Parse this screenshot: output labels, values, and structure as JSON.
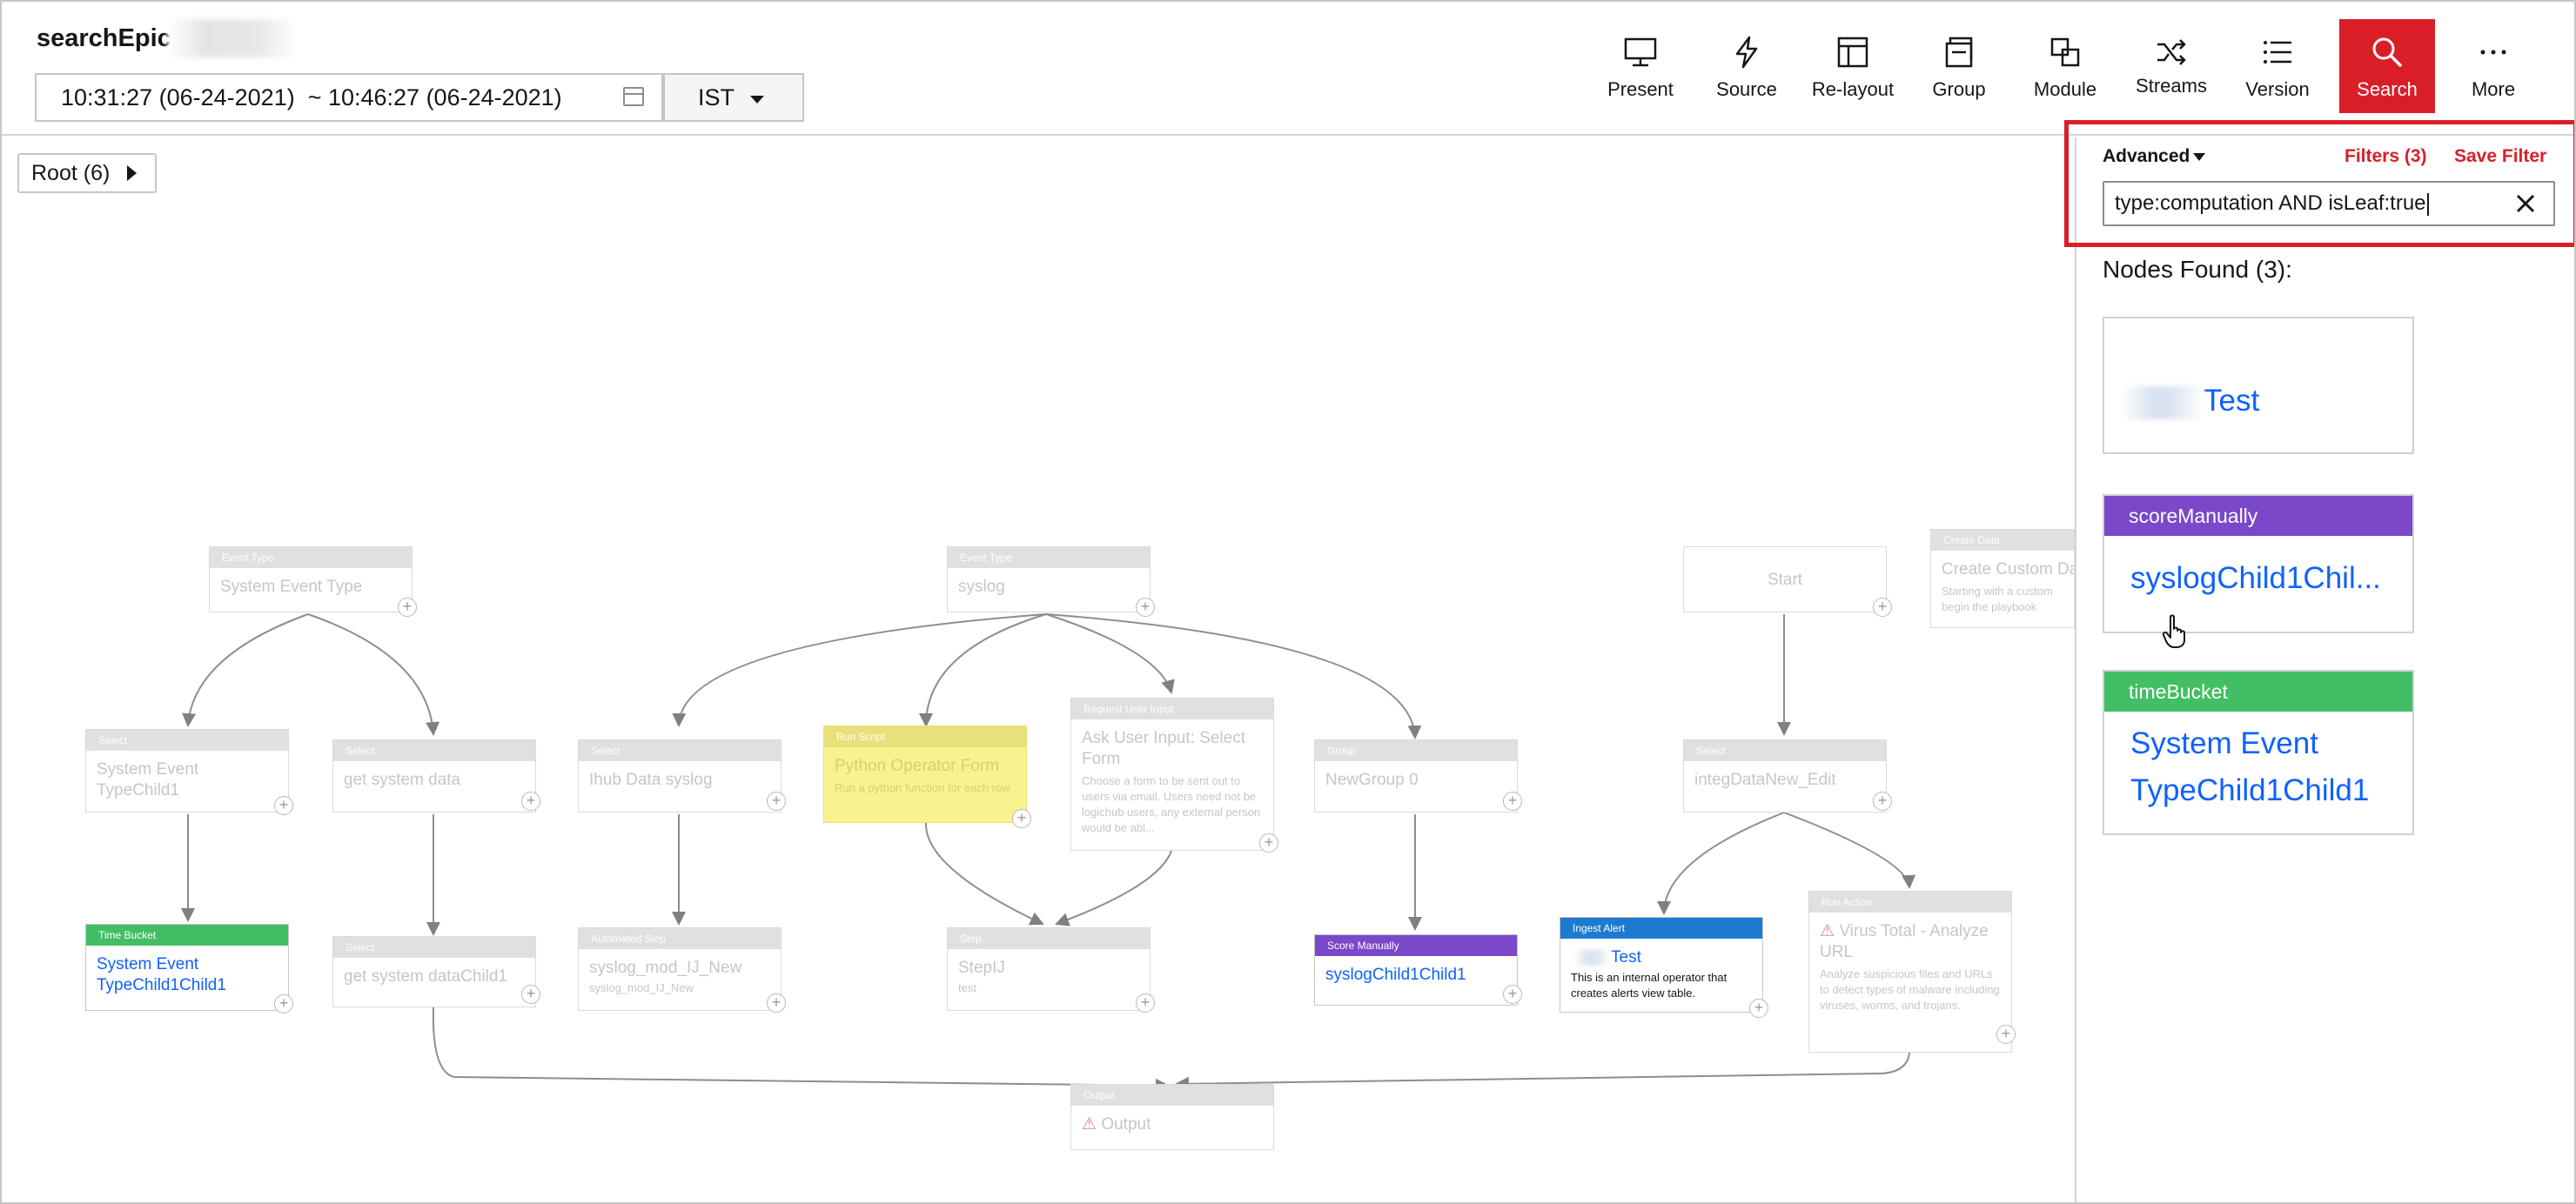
{
  "app": {
    "title": "searchEpic",
    "time_range": "10:31:27 (06-24-2021)  ~ 10:46:27 (06-24-2021)",
    "timezone": "IST"
  },
  "toolbar": {
    "present": "Present",
    "source": "Source",
    "relayout": "Re-layout",
    "group": "Group",
    "module": "Module",
    "streams": "Streams",
    "version": "Version",
    "search": "Search",
    "more": "More"
  },
  "root": {
    "label": "Root (6)"
  },
  "canvas": {
    "nodes": {
      "event_type_1": {
        "header": "Event Type",
        "body": "System Event Type"
      },
      "event_type_2": {
        "header": "Event Type",
        "body": "syslog"
      },
      "start": {
        "body": "Start"
      },
      "create_data": {
        "header": "Create Data",
        "body": "Create Custom Da...",
        "desc": "Starting with a custom begin the playbook"
      },
      "select_1": {
        "header": "Select",
        "body": "System Event TypeChild1"
      },
      "select_2": {
        "header": "Select",
        "body": "get system data"
      },
      "select_3": {
        "header": "Select",
        "body": "Ihub Data syslog"
      },
      "run_script": {
        "header": "Run Script",
        "body": "Python Operator Form",
        "desc": "Run a python function for each row"
      },
      "request_input": {
        "header": "Request User Input",
        "body": "Ask User Input: Select Form",
        "desc": "Choose a form to be sent out to users via email. Users need not be logichub users, any external person would be abl..."
      },
      "group": {
        "header": "Group",
        "body": "NewGroup 0"
      },
      "select_4": {
        "header": "Select",
        "body": "integDataNew_Edit"
      },
      "time_bucket": {
        "header": "Time Bucket",
        "body": "System Event TypeChild1Child1"
      },
      "select_5": {
        "header": "Select",
        "body": "get system dataChild1"
      },
      "automated_step": {
        "header": "Automated Step",
        "body": "syslog_mod_IJ_New",
        "desc": "syslog_mod_IJ_New"
      },
      "step": {
        "header": "Step",
        "body": "StepIJ",
        "desc": "test"
      },
      "score_manually": {
        "header": "Score Manually",
        "body": "syslogChild1Child1"
      },
      "ingest_alert": {
        "header": "Ingest Alert",
        "body": "Test",
        "desc": "This is an internal operator that creates alerts view table."
      },
      "run_action": {
        "header": "Run Action",
        "body": "Virus Total - Analyze URL",
        "desc": "Analyze suspicious files and URLs to detect types of malware including viruses, worms, and trojans."
      },
      "output": {
        "header": "Output",
        "body": "Output"
      }
    }
  },
  "search_panel": {
    "advanced": "Advanced",
    "filters": "Filters (3)",
    "save_filter": "Save Filter",
    "query": "type:computation AND isLeaf:true",
    "nodes_found": "Nodes Found (3):",
    "results": [
      {
        "header": "",
        "name": "Test"
      },
      {
        "header": "scoreManually",
        "name": "syslogChild1Chil..."
      },
      {
        "header": "timeBucket",
        "name": "System Event TypeChild1Child1"
      }
    ]
  },
  "colors": {
    "accent_red": "#da1e28",
    "link_blue": "#0f62fe",
    "score_manually": "#7a48c9",
    "time_bucket": "#42be65",
    "ingest_alert": "#1c7bd1",
    "run_script_bg": "#f8f28f"
  }
}
